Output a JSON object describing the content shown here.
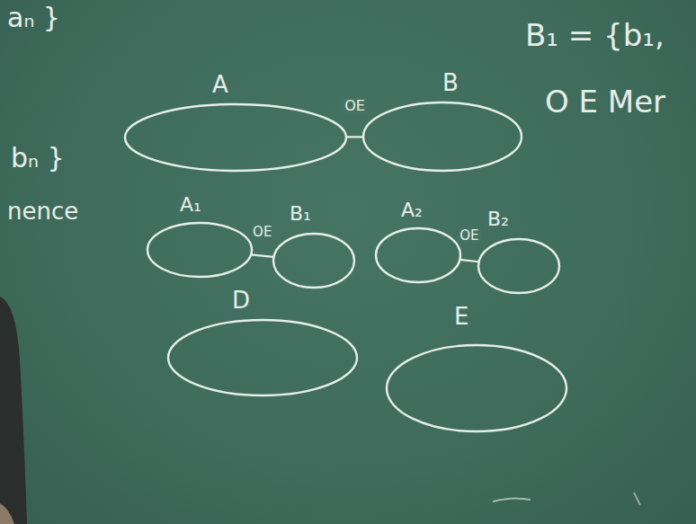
{
  "diagram": {
    "nodes": [
      {
        "text": [
          "A"
        ]
      },
      {
        "text": [
          "B"
        ]
      },
      {
        "text": [
          "A₁"
        ]
      },
      {
        "text": [
          "B₁"
        ]
      },
      {
        "text": [
          "A₂"
        ]
      },
      {
        "text": [
          "B₂"
        ]
      },
      {
        "text": [
          "D"
        ]
      },
      {
        "text": [
          "E"
        ]
      }
    ],
    "edges": [
      {
        "from": 0,
        "to": 1,
        "label": "OE",
        "arrow": "none"
      },
      {
        "from": 2,
        "to": 3,
        "label": "OE",
        "arrow": "none"
      },
      {
        "from": 4,
        "to": 5,
        "label": "OE",
        "arrow": "none"
      }
    ],
    "labels": [
      "aₙ }",
      "bₙ }",
      "nence",
      "B₁ = {b₁,",
      "O E Mer"
    ]
  }
}
